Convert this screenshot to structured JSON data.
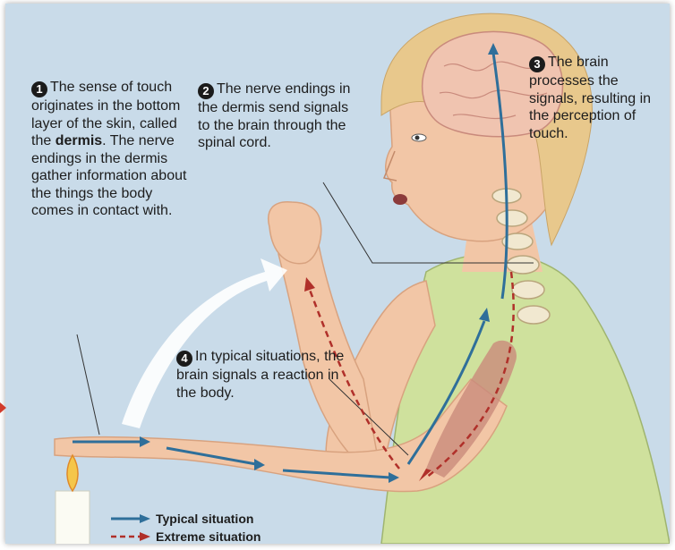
{
  "callouts": {
    "step1": {
      "number": "1",
      "text_before": "The sense of touch originates in the bottom layer of the skin, called the ",
      "bold": "dermis",
      "text_after": ". The nerve endings in the dermis gather information about the things the body comes in contact with."
    },
    "step2": {
      "number": "2",
      "text": "The nerve endings in the dermis send signals to the brain through the spinal cord."
    },
    "step3": {
      "number": "3",
      "text": "The brain processes the signals, resulting in the perception of touch."
    },
    "step4": {
      "number": "4",
      "text": "In typical situations, the brain signals a reaction in the body."
    }
  },
  "legend": {
    "typical": "Typical situation",
    "extreme": "Extreme situation"
  },
  "colors": {
    "background": "#c9dbe9",
    "skin": "#f2c6a6",
    "shirt": "#cfe19d",
    "hair": "#e8c88c",
    "typical_arrow": "#2f6f9a",
    "extreme_arrow": "#b0302a"
  }
}
